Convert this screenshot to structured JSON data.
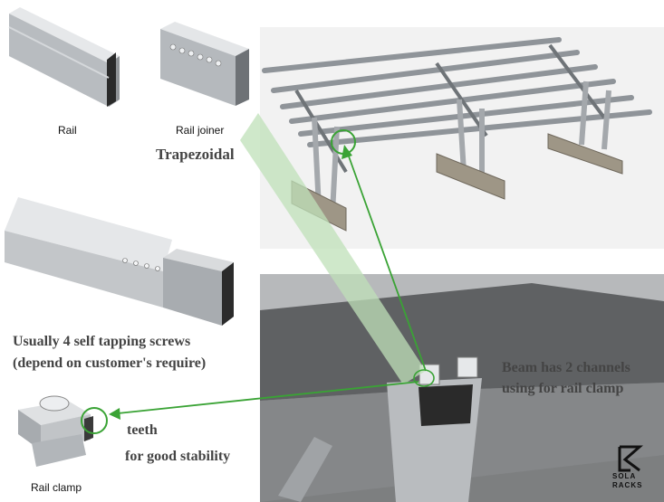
{
  "captions": {
    "rail": "Rail",
    "rail_joiner": "Rail joiner",
    "rail_clamp": "Rail clamp"
  },
  "labels": {
    "trapezoidal": "Trapezoidal",
    "screws_line1": "Usually 4 self tapping screws",
    "screws_line2": "(depend on customer's require)",
    "beam_line1": "Beam has 2 channels",
    "beam_line2": "using for rail clamp",
    "teeth": "teeth",
    "stability": "for good stability"
  },
  "logo": {
    "line1": "SOLA",
    "line2": "RACKS"
  },
  "colors": {
    "accent_green": "#3aa335",
    "highlight_green": "#bfe0b8",
    "metal": "#c9ccd0",
    "concrete": "#9e9686"
  }
}
